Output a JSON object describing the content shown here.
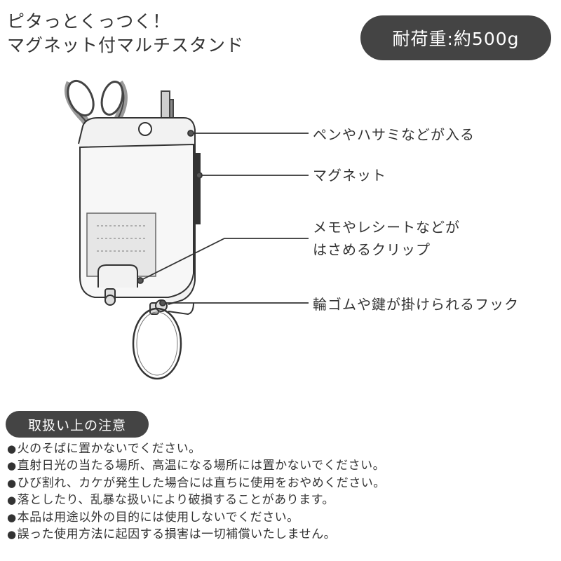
{
  "title": {
    "line1": "ピタっとくっつく！",
    "line2": "マグネット付マルチスタンド"
  },
  "load_capacity": "耐荷重:約500g",
  "callouts": [
    {
      "lines": [
        "ペンやハサミなどが入る"
      ]
    },
    {
      "lines": [
        "マグネット"
      ]
    },
    {
      "lines": [
        "メモやレシートなどが",
        "はさめるクリップ"
      ]
    },
    {
      "lines": [
        "輪ゴムや鍵が掛けられるフック"
      ]
    }
  ],
  "caution": {
    "heading": "取扱い上の注意",
    "bullet": "●",
    "items": [
      "火のそばに置かないでください。",
      "直射日光の当たる場所、高温になる場所には置かないでください。",
      "ひび割れ、カケが発生した場合には直ちに使用をおやめください。",
      "落としたり、乱暴な扱いにより破損することがあります。",
      "本品は用途以外の目的には使用しないでください。",
      "誤った使用方法に起因する損害は一切補償いたしません。"
    ]
  },
  "colors": {
    "dark": "#444444",
    "text": "#333333",
    "line": "#333333",
    "product_fill": "#f2f2f2"
  }
}
